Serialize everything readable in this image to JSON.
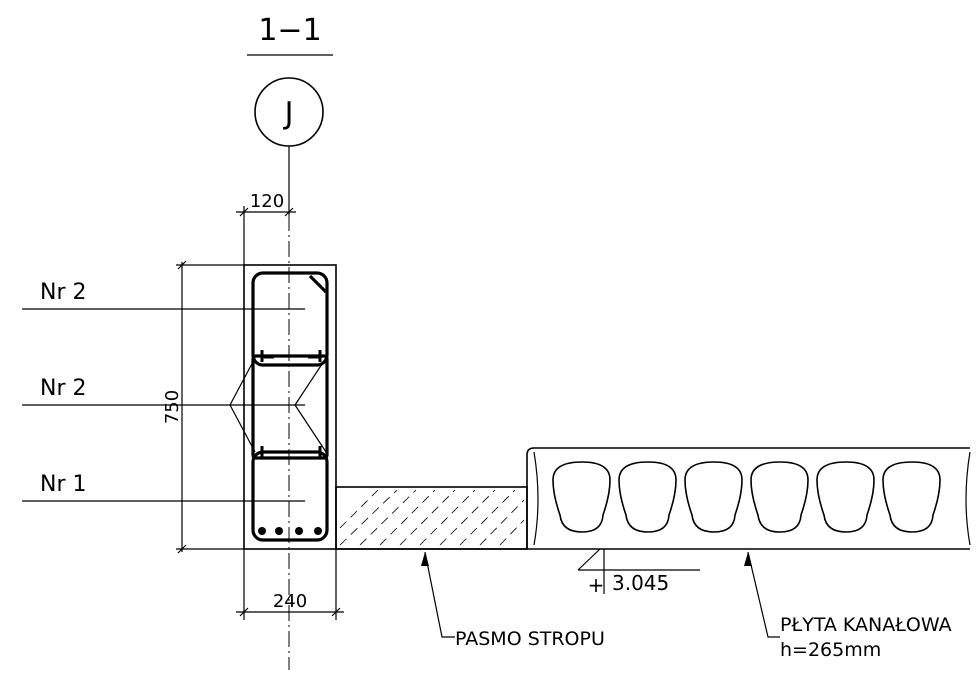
{
  "section": {
    "title": "1−1",
    "axis_label": "J"
  },
  "dimensions": {
    "top_width": "120",
    "bottom_width": "240",
    "height": "750"
  },
  "callouts": {
    "bar_top": "Nr 2",
    "bar_middle": "Nr 2",
    "bar_bottom": "Nr 1"
  },
  "level": {
    "value": "3.045"
  },
  "labels": {
    "slab_strip": "PASMO STROPU",
    "hollow_core_slab": "PŁYTA KANAŁOWA",
    "slab_height": "h=265mm"
  }
}
